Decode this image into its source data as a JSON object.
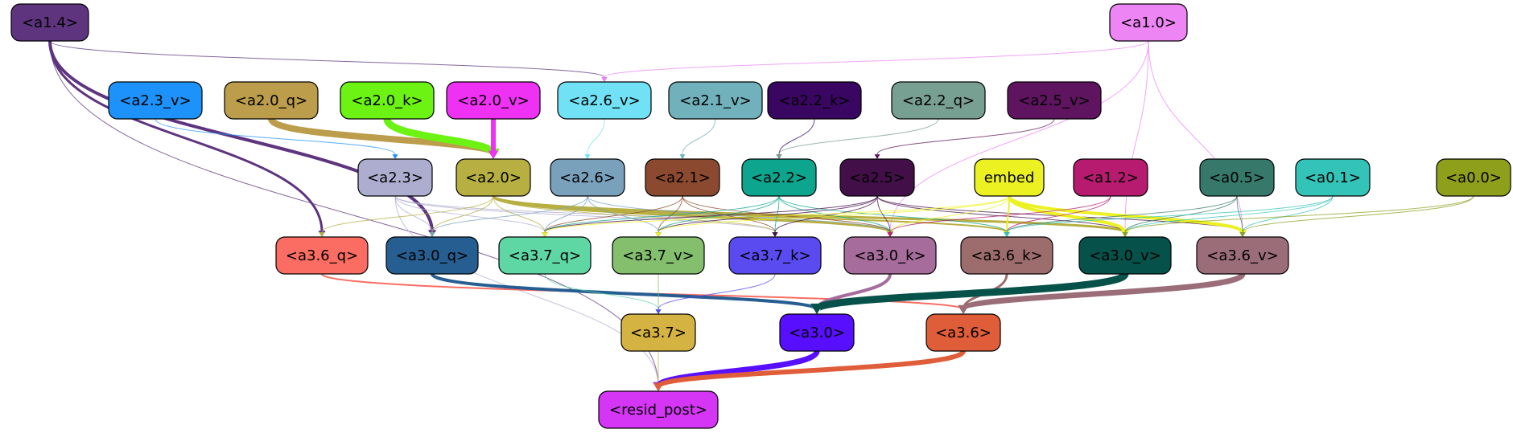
{
  "nodes": [
    {
      "id": "a1_4",
      "label": "<a1.4>",
      "fill": "#5e347f",
      "text": "#000000"
    },
    {
      "id": "a1_0",
      "label": "<a1.0>",
      "fill": "#ee85f5",
      "text": "#000000"
    },
    {
      "id": "a2_3_v",
      "label": "<a2.3_v>",
      "fill": "#1e92fb",
      "text": "#000000"
    },
    {
      "id": "a2_0_q",
      "label": "<a2.0_q>",
      "fill": "#bb9d4b",
      "text": "#000000"
    },
    {
      "id": "a2_0_k",
      "label": "<a2.0_k>",
      "fill": "#6cf314",
      "text": "#000000"
    },
    {
      "id": "a2_0_v",
      "label": "<a2.0_v>",
      "fill": "#ef31f3",
      "text": "#000000"
    },
    {
      "id": "a2_6_v",
      "label": "<a2.6_v>",
      "fill": "#71e2f5",
      "text": "#000000"
    },
    {
      "id": "a2_1_v",
      "label": "<a2.1_v>",
      "fill": "#70b1bb",
      "text": "#000000"
    },
    {
      "id": "a2_2_k",
      "label": "<a2.2_k>",
      "fill": "#390762",
      "text": "#000000"
    },
    {
      "id": "a2_2_q",
      "label": "<a2.2_q>",
      "fill": "#779f92",
      "text": "#000000"
    },
    {
      "id": "a2_5_v",
      "label": "<a2.5_v>",
      "fill": "#5e145e",
      "text": "#000000"
    },
    {
      "id": "a2_3",
      "label": "<a2.3>",
      "fill": "#adadd0",
      "text": "#000000"
    },
    {
      "id": "a2_0",
      "label": "<a2.0>",
      "fill": "#b7af41",
      "text": "#000000"
    },
    {
      "id": "a2_6",
      "label": "<a2.6>",
      "fill": "#7aa1bc",
      "text": "#000000"
    },
    {
      "id": "a2_1",
      "label": "<a2.1>",
      "fill": "#8b4a2f",
      "text": "#000000"
    },
    {
      "id": "a2_2",
      "label": "<a2.2>",
      "fill": "#0da58d",
      "text": "#000000"
    },
    {
      "id": "a2_5",
      "label": "<a2.5>",
      "fill": "#430f48",
      "text": "#000000"
    },
    {
      "id": "embed",
      "label": "embed",
      "fill": "#ecf122",
      "text": "#000000"
    },
    {
      "id": "a1_2",
      "label": "<a1.2>",
      "fill": "#b71b6f",
      "text": "#000000"
    },
    {
      "id": "a0_5",
      "label": "<a0.5>",
      "fill": "#36796a",
      "text": "#000000"
    },
    {
      "id": "a0_1",
      "label": "<a0.1>",
      "fill": "#34c3b8",
      "text": "#000000"
    },
    {
      "id": "a0_0",
      "label": "<a0.0>",
      "fill": "#8e9f1c",
      "text": "#000000"
    },
    {
      "id": "a3_6_q",
      "label": "<a3.6_q>",
      "fill": "#fb6d62",
      "text": "#000000"
    },
    {
      "id": "a3_0_q",
      "label": "<a3.0_q>",
      "fill": "#275e91",
      "text": "#000000"
    },
    {
      "id": "a3_7_q",
      "label": "<a3.7_q>",
      "fill": "#5fd7a4",
      "text": "#000000"
    },
    {
      "id": "a3_7_v",
      "label": "<a3.7_v>",
      "fill": "#83bf6d",
      "text": "#000000"
    },
    {
      "id": "a3_7_k",
      "label": "<a3.7_k>",
      "fill": "#594bef",
      "text": "#000000"
    },
    {
      "id": "a3_0_k",
      "label": "<a3.0_k>",
      "fill": "#a56c9c",
      "text": "#000000"
    },
    {
      "id": "a3_6_k",
      "label": "<a3.6_k>",
      "fill": "#9c6d6c",
      "text": "#000000"
    },
    {
      "id": "a3_0_v",
      "label": "<a3.0_v>",
      "fill": "#06524a",
      "text": "#000000"
    },
    {
      "id": "a3_6_v",
      "label": "<a3.6_v>",
      "fill": "#9a6d79",
      "text": "#000000"
    },
    {
      "id": "a3_7",
      "label": "<a3.7>",
      "fill": "#d4b343",
      "text": "#000000"
    },
    {
      "id": "a3_0",
      "label": "<a3.0>",
      "fill": "#570ffd",
      "text": "#000000"
    },
    {
      "id": "a3_6",
      "label": "<a3.6>",
      "fill": "#e05d39",
      "text": "#000000"
    },
    {
      "id": "resid_post",
      "label": "<resid_post>",
      "fill": "#d536f6",
      "text": "#000000"
    }
  ],
  "edges": [
    {
      "from": "a1_4",
      "to": "a2_6_v",
      "color": "#5e347f",
      "weight": 1
    },
    {
      "from": "a1_4",
      "to": "a3_6_q",
      "color": "#5e347f",
      "weight": 3
    },
    {
      "from": "a1_4",
      "to": "a3_0_q",
      "color": "#5e347f",
      "weight": 4
    },
    {
      "from": "a1_4",
      "to": "resid_post",
      "color": "#5e347f",
      "weight": 1
    },
    {
      "from": "a1_0",
      "to": "a2_6_v",
      "color": "#ee85f5",
      "weight": 1
    },
    {
      "from": "a1_0",
      "to": "a3_0_k",
      "color": "#ee85f5",
      "weight": 1
    },
    {
      "from": "a1_0",
      "to": "a3_0_v",
      "color": "#ee85f5",
      "weight": 1
    },
    {
      "from": "a1_0",
      "to": "a3_6_v",
      "color": "#ee85f5",
      "weight": 1
    },
    {
      "from": "a2_3_v",
      "to": "a2_3",
      "color": "#1e92fb",
      "weight": 1
    },
    {
      "from": "a2_0_q",
      "to": "a2_0",
      "color": "#bb9d4b",
      "weight": 8
    },
    {
      "from": "a2_0_k",
      "to": "a2_0",
      "color": "#6cf314",
      "weight": 9
    },
    {
      "from": "a2_0_v",
      "to": "a2_0",
      "color": "#ef31f3",
      "weight": 6
    },
    {
      "from": "a2_6_v",
      "to": "a2_6",
      "color": "#71e2f5",
      "weight": 1
    },
    {
      "from": "a2_1_v",
      "to": "a2_1",
      "color": "#70b1bb",
      "weight": 1
    },
    {
      "from": "a2_2_k",
      "to": "a2_2",
      "color": "#390762",
      "weight": 1
    },
    {
      "from": "a2_2_q",
      "to": "a2_2",
      "color": "#779f92",
      "weight": 1
    },
    {
      "from": "a2_5_v",
      "to": "a2_5",
      "color": "#5e145e",
      "weight": 1
    },
    {
      "from": "a2_3",
      "to": "a3_0_q",
      "color": "#adadd0",
      "weight": 1
    },
    {
      "from": "a2_3",
      "to": "a3_7_q",
      "color": "#adadd0",
      "weight": 1
    },
    {
      "from": "a2_3",
      "to": "a3_7_k",
      "color": "#adadd0",
      "weight": 1
    },
    {
      "from": "a2_3",
      "to": "a3_0_k",
      "color": "#adadd0",
      "weight": 1
    },
    {
      "from": "a2_3",
      "to": "resid_post",
      "color": "#adadd0",
      "weight": 1
    },
    {
      "from": "a2_0",
      "to": "a3_6_q",
      "color": "#b7af41",
      "weight": 1
    },
    {
      "from": "a2_0",
      "to": "a3_0_q",
      "color": "#b7af41",
      "weight": 1
    },
    {
      "from": "a2_0",
      "to": "a3_7_q",
      "color": "#b7af41",
      "weight": 1
    },
    {
      "from": "a2_0",
      "to": "a3_7_k",
      "color": "#b7af41",
      "weight": 1
    },
    {
      "from": "a2_0",
      "to": "a3_0_k",
      "color": "#b7af41",
      "weight": 3
    },
    {
      "from": "a2_0",
      "to": "a3_6_k",
      "color": "#b7af41",
      "weight": 2
    },
    {
      "from": "a2_0",
      "to": "a3_0_v",
      "color": "#b7af41",
      "weight": 3
    },
    {
      "from": "a2_6",
      "to": "a3_0_q",
      "color": "#7aa1bc",
      "weight": 1
    },
    {
      "from": "a2_6",
      "to": "a3_7_q",
      "color": "#7aa1bc",
      "weight": 1
    },
    {
      "from": "a2_6",
      "to": "a3_7_v",
      "color": "#7aa1bc",
      "weight": 1
    },
    {
      "from": "a2_6",
      "to": "a3_0_k",
      "color": "#7aa1bc",
      "weight": 1
    },
    {
      "from": "a2_1",
      "to": "a3_7_q",
      "color": "#8b4a2f",
      "weight": 1
    },
    {
      "from": "a2_1",
      "to": "a3_7_v",
      "color": "#8b4a2f",
      "weight": 1
    },
    {
      "from": "a2_1",
      "to": "a3_7_k",
      "color": "#8b4a2f",
      "weight": 1
    },
    {
      "from": "a2_1",
      "to": "a3_0_k",
      "color": "#8b4a2f",
      "weight": 1
    },
    {
      "from": "a2_2",
      "to": "a3_7_q",
      "color": "#0da58d",
      "weight": 1
    },
    {
      "from": "a2_2",
      "to": "a3_7_v",
      "color": "#0da58d",
      "weight": 1
    },
    {
      "from": "a2_2",
      "to": "a3_7_k",
      "color": "#0da58d",
      "weight": 1
    },
    {
      "from": "a2_2",
      "to": "a3_0_k",
      "color": "#0da58d",
      "weight": 1
    },
    {
      "from": "a2_2",
      "to": "a3_6_k",
      "color": "#0da58d",
      "weight": 1
    },
    {
      "from": "a2_5",
      "to": "a3_7_q",
      "color": "#430f48",
      "weight": 1
    },
    {
      "from": "a2_5",
      "to": "a3_7_v",
      "color": "#430f48",
      "weight": 1
    },
    {
      "from": "a2_5",
      "to": "a3_7_k",
      "color": "#430f48",
      "weight": 1
    },
    {
      "from": "a2_5",
      "to": "a3_0_k",
      "color": "#430f48",
      "weight": 1
    },
    {
      "from": "a2_5",
      "to": "a3_0_v",
      "color": "#430f48",
      "weight": 1
    },
    {
      "from": "a2_5",
      "to": "a3_6_v",
      "color": "#430f48",
      "weight": 1
    },
    {
      "from": "embed",
      "to": "a3_7_q",
      "color": "#ecf122",
      "weight": 1
    },
    {
      "from": "embed",
      "to": "a3_7_v",
      "color": "#ecf122",
      "weight": 1
    },
    {
      "from": "embed",
      "to": "a3_0_k",
      "color": "#ecf122",
      "weight": 1
    },
    {
      "from": "embed",
      "to": "a3_6_k",
      "color": "#ecf122",
      "weight": 2
    },
    {
      "from": "embed",
      "to": "a3_0_v",
      "color": "#ecf122",
      "weight": 4
    },
    {
      "from": "embed",
      "to": "a3_6_v",
      "color": "#ecf122",
      "weight": 4
    },
    {
      "from": "a1_2",
      "to": "a3_0_k",
      "color": "#b71b6f",
      "weight": 1
    },
    {
      "from": "a1_2",
      "to": "a3_6_k",
      "color": "#b71b6f",
      "weight": 1
    },
    {
      "from": "a0_5",
      "to": "a3_6_k",
      "color": "#36796a",
      "weight": 1
    },
    {
      "from": "a0_5",
      "to": "a3_0_v",
      "color": "#36796a",
      "weight": 1
    },
    {
      "from": "a0_5",
      "to": "a3_6_v",
      "color": "#36796a",
      "weight": 1
    },
    {
      "from": "a0_1",
      "to": "a3_6_k",
      "color": "#34c3b8",
      "weight": 1
    },
    {
      "from": "a0_1",
      "to": "a3_0_v",
      "color": "#34c3b8",
      "weight": 1
    },
    {
      "from": "a0_1",
      "to": "a3_6_v",
      "color": "#34c3b8",
      "weight": 1
    },
    {
      "from": "a0_0",
      "to": "a3_0_v",
      "color": "#8e9f1c",
      "weight": 1
    },
    {
      "from": "a0_0",
      "to": "a3_6_v",
      "color": "#8e9f1c",
      "weight": 1
    },
    {
      "from": "a3_6_q",
      "to": "a3_6",
      "color": "#fb6d62",
      "weight": 2
    },
    {
      "from": "a3_0_q",
      "to": "a3_0",
      "color": "#275e91",
      "weight": 4
    },
    {
      "from": "a3_7_q",
      "to": "a3_7",
      "color": "#5fd7a4",
      "weight": 1
    },
    {
      "from": "a3_7_v",
      "to": "a3_7",
      "color": "#83bf6d",
      "weight": 1
    },
    {
      "from": "a3_7_k",
      "to": "a3_7",
      "color": "#594bef",
      "weight": 1
    },
    {
      "from": "a3_0_k",
      "to": "a3_0",
      "color": "#a56c9c",
      "weight": 4
    },
    {
      "from": "a3_6_k",
      "to": "a3_6",
      "color": "#9c6d6c",
      "weight": 3
    },
    {
      "from": "a3_0_v",
      "to": "a3_0",
      "color": "#06524a",
      "weight": 9
    },
    {
      "from": "a3_6_v",
      "to": "a3_6",
      "color": "#9a6d79",
      "weight": 7
    },
    {
      "from": "a3_7",
      "to": "resid_post",
      "color": "#d4b343",
      "weight": 1
    },
    {
      "from": "a3_0",
      "to": "resid_post",
      "color": "#570ffd",
      "weight": 7
    },
    {
      "from": "a3_6",
      "to": "resid_post",
      "color": "#e05d39",
      "weight": 6
    }
  ]
}
